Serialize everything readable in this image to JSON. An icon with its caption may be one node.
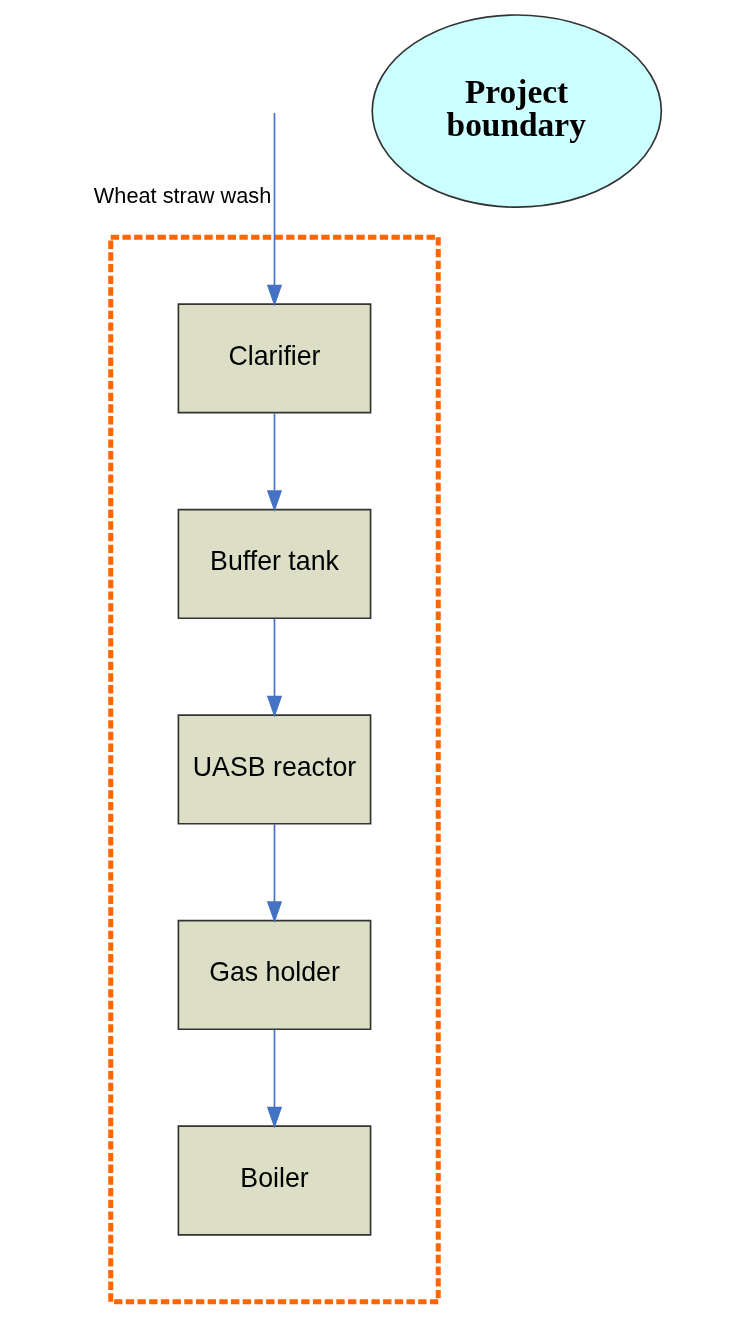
{
  "diagram": {
    "nodes": [
      {
        "text": [],
        "shape": "box"
      },
      {
        "text": [
          "Clarifier"
        ],
        "in": 0
      },
      {
        "text": [
          "Buffer tank"
        ],
        "in": 0
      },
      {
        "text": [
          "UASB reactor"
        ],
        "in": 0
      },
      {
        "text": [
          "Gas holder"
        ],
        "in": 0
      },
      {
        "text": [
          "Boiler"
        ],
        "in": 0
      },
      {
        "text": [
          "Project boundary"
        ]
      }
    ],
    "edges": [
      {
        "from": null,
        "to": 1,
        "arrow": "to",
        "label": "Wheat straw wash"
      },
      {
        "from": 1,
        "to": 2,
        "arrow": "to"
      },
      {
        "from": 2,
        "to": 3,
        "arrow": "to"
      },
      {
        "from": 3,
        "to": 4,
        "arrow": "to"
      },
      {
        "from": 4,
        "to": 5,
        "arrow": "to"
      }
    ]
  }
}
